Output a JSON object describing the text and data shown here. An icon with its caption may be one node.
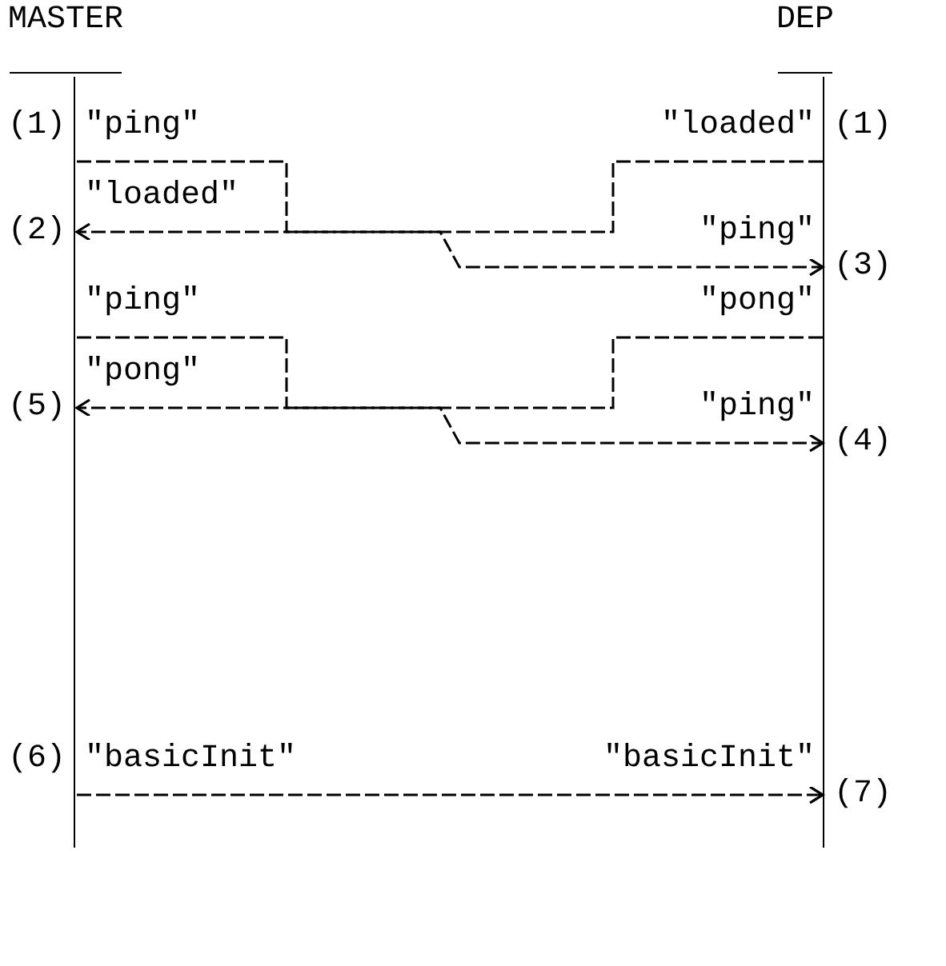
{
  "diagram": {
    "nodes": [
      {
        "text": [
          "MASTER"
        ]
      },
      {
        "text": [
          "DEP"
        ]
      }
    ],
    "edges": [
      {
        "from": 0,
        "to": 1,
        "arrow": "to"
      },
      {
        "from": 1,
        "to": 0,
        "arrow": "to"
      },
      {
        "from": 0,
        "to": 1,
        "arrow": "to"
      },
      {
        "from": 1,
        "to": 0,
        "arrow": "to"
      },
      {
        "from": 0,
        "to": 1,
        "arrow": "to"
      }
    ],
    "labels": [
      "(1)",
      "\"ping\"",
      "\"loaded\"",
      "(1)",
      "\"loaded\"",
      "(2)",
      "\"ping\"",
      "(3)",
      "\"ping\"",
      "\"pong\"",
      "\"pong\"",
      "(5)",
      "\"ping\"",
      "(4)",
      "(6)",
      "\"basicInit\"",
      "\"basicInit\"",
      "(7)"
    ]
  }
}
